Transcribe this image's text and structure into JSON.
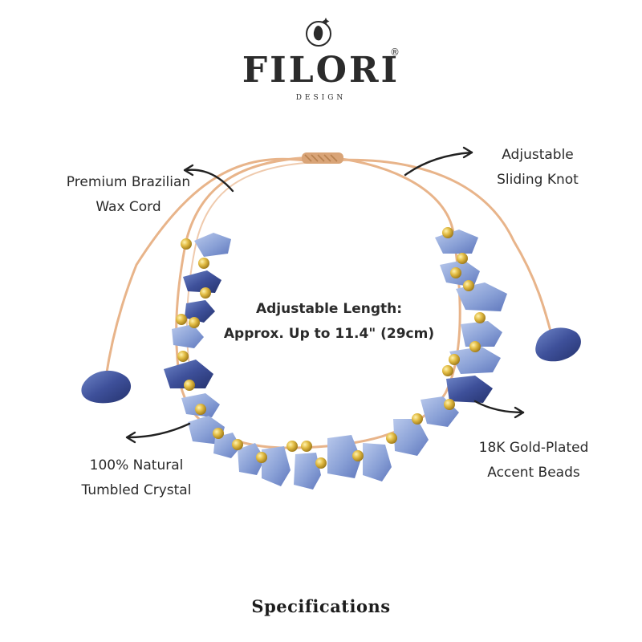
{
  "brand": {
    "name": "FILORI",
    "registered_mark": "®",
    "subtitle": "DESIGN"
  },
  "callouts": {
    "cord": [
      "Premium Brazilian",
      "Wax Cord"
    ],
    "knot": [
      "Adjustable",
      "Sliding Knot"
    ],
    "crystal": [
      "100% Natural",
      "Tumbled Crystal"
    ],
    "beads": [
      "18K Gold-Plated",
      "Accent Beads"
    ]
  },
  "length": {
    "line1": "Adjustable Length:",
    "line2": "Approx. Up to 11.4\" (29cm)"
  },
  "footer": "Specifications",
  "colors": {
    "cord": "#e8b48a",
    "crystal": "#8fa6d6",
    "crystal_dark": "#3d4f95",
    "gold": "#d9b23a",
    "text": "#2a2a2a"
  }
}
